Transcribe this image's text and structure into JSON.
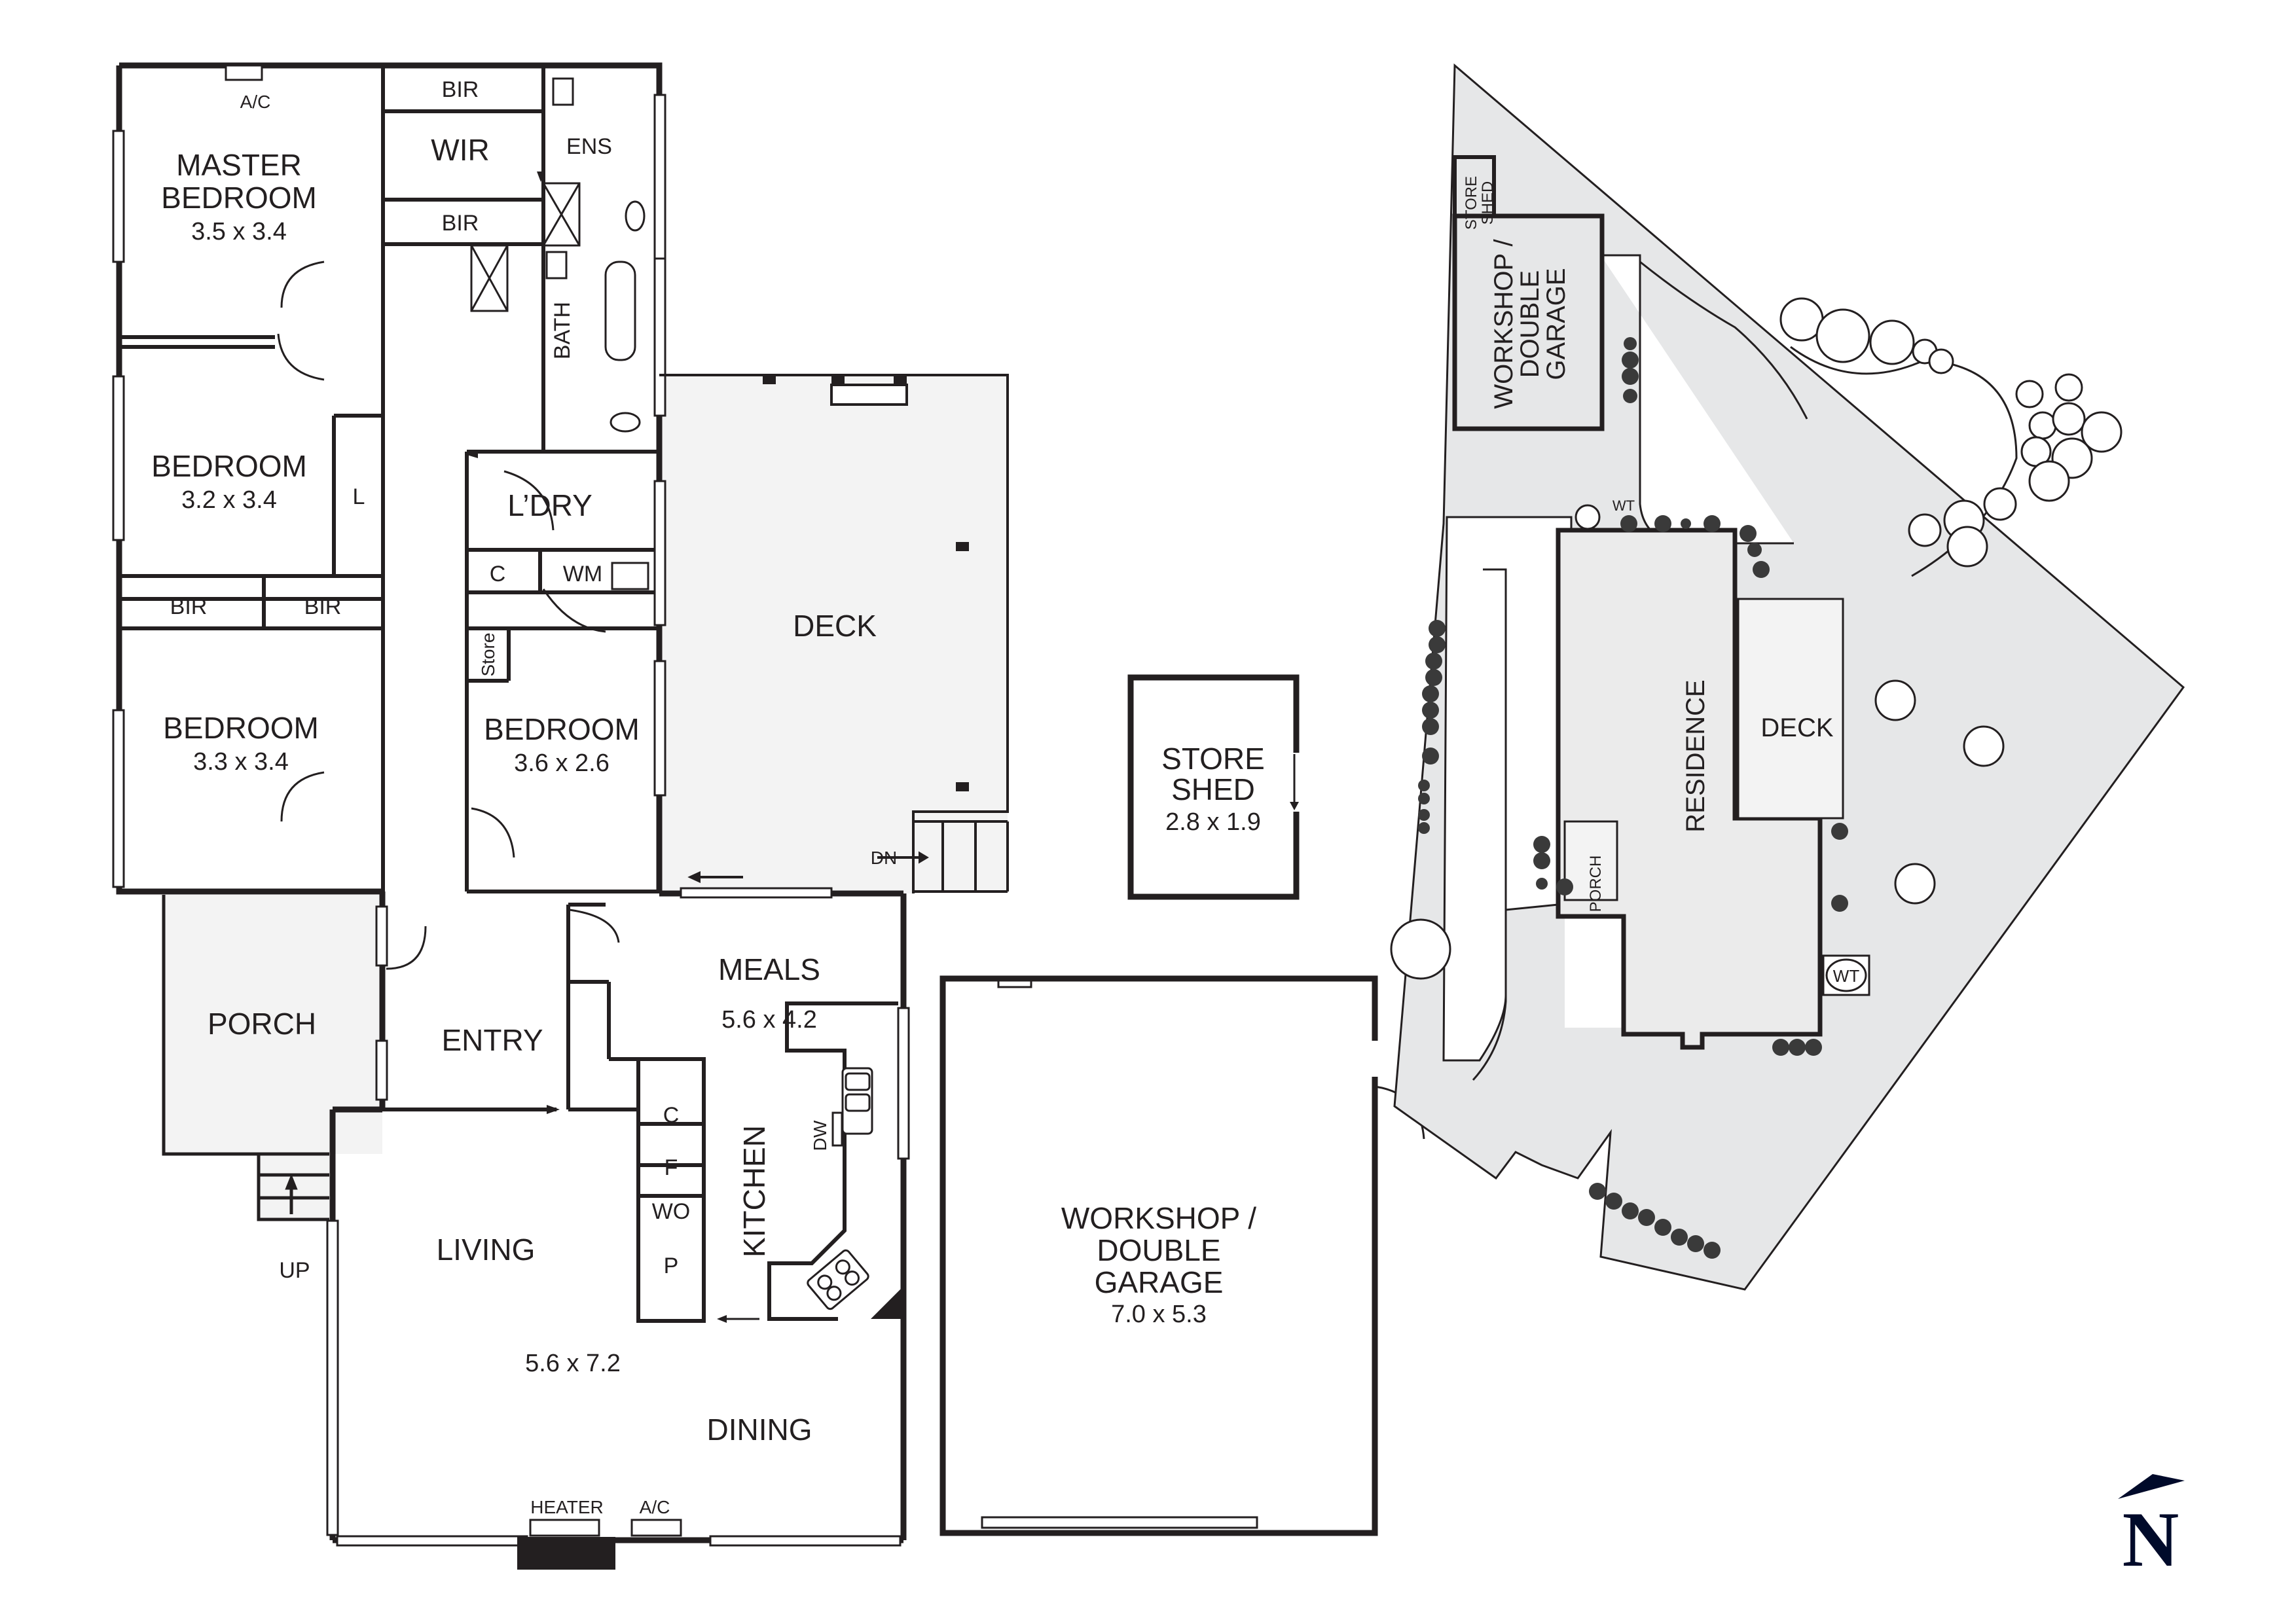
{
  "floor_plan": {
    "rooms": [
      {
        "id": "master_bedroom",
        "name_lines": [
          "MASTER",
          "BEDROOM"
        ],
        "dims": "3.5 x 3.4"
      },
      {
        "id": "bedroom_2",
        "name": "BEDROOM",
        "dims": "3.2 x 3.4"
      },
      {
        "id": "bedroom_3",
        "name": "BEDROOM",
        "dims": "3.3 x 3.4"
      },
      {
        "id": "bedroom_4",
        "name": "BEDROOM",
        "dims": "3.6 x 2.6"
      },
      {
        "id": "meals",
        "name": "MEALS",
        "dims": "5.6 x 4.2"
      },
      {
        "id": "living",
        "name": "LIVING",
        "dims": "5.6 x 7.2"
      },
      {
        "id": "dining",
        "name": "DINING"
      },
      {
        "id": "kitchen",
        "name": "KITCHEN"
      },
      {
        "id": "entry",
        "name": "ENTRY"
      },
      {
        "id": "porch",
        "name": "PORCH"
      },
      {
        "id": "deck",
        "name": "DECK"
      },
      {
        "id": "laundry",
        "name": "L’DRY"
      },
      {
        "id": "ensuite",
        "name": "ENS"
      },
      {
        "id": "bath",
        "name": "BATH"
      },
      {
        "id": "wir",
        "name": "WIR"
      }
    ],
    "fixtures": {
      "bir": "BIR",
      "linen": "L",
      "ac": "A/C",
      "heater": "HEATER",
      "cupboard": "C",
      "fridge": "F",
      "wall_oven": "WO",
      "pantry": "P",
      "dishwasher": "DW",
      "washing_machine": "WM",
      "store": "Store",
      "up": "UP",
      "down": "DN"
    },
    "outbuildings": {
      "store_shed": {
        "name_lines": [
          "STORE",
          "SHED"
        ],
        "dims": "2.8 x 1.9"
      },
      "garage": {
        "name_lines": [
          "WORKSHOP /",
          "DOUBLE",
          "GARAGE"
        ],
        "dims": "7.0 x 5.3"
      }
    }
  },
  "site_plan": {
    "labels": {
      "store_shed": [
        "STORE",
        "SHED"
      ],
      "garage": [
        "WORKSHOP /",
        "DOUBLE",
        "GARAGE"
      ],
      "residence": "RESIDENCE",
      "deck": "DECK",
      "porch": "PORCH",
      "water_tank_1": "WT",
      "water_tank_2": "WT"
    }
  },
  "compass": {
    "label": "N"
  },
  "colors": {
    "wall": "#231f20",
    "fill_grey": "#f3f3f3",
    "site_grey": "#e6e7e8",
    "residence_grey": "#ebebeb",
    "north": "#000a2a"
  }
}
